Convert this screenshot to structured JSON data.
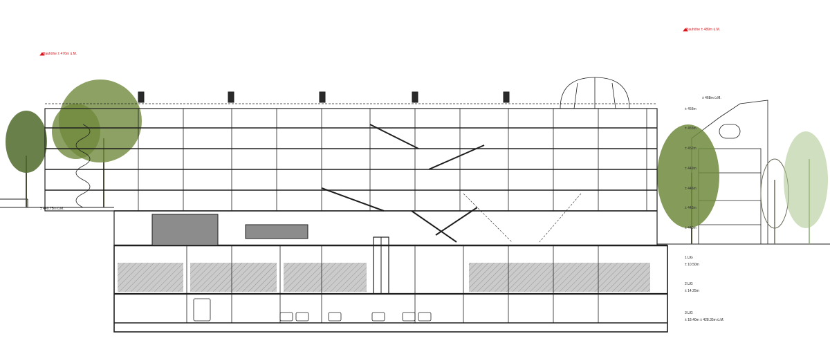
{
  "labels": {
    "left_height": "Bauhöhe ± 476m ü.M.",
    "right_height": "Bauhöhe ± 489m ü.M.",
    "roof_level": "± 468m ü.M.",
    "ground_left": "± 440.75m ü.M.",
    "ug1_name": "1.UG",
    "ug1_value": "± 10.50m",
    "ug2_name": "2.UG",
    "ug2_value": "± 14.25m",
    "ug3_name": "3.UG",
    "ug3_value": "± 18.40m ± 428.35m ü.M."
  },
  "floor_levels": [
    "± 458m",
    "± 455m",
    "± 452m",
    "± 449m",
    "± 446m",
    "± 443m",
    "± 440m"
  ],
  "colors": {
    "line": "#1e1e1e",
    "red": "#d8141a",
    "tree_dark": "#4f6a2c",
    "tree_mid": "#6f8a3c",
    "tree_light": "#a9c48a",
    "basement": "#8c8c8c",
    "hatch": "#a8a8a8"
  }
}
